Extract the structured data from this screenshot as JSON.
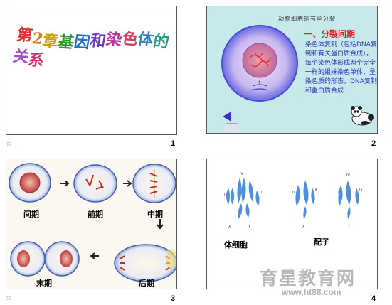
{
  "slides": [
    {
      "number": "1",
      "title": "第2章基因和染色体的关系",
      "title_chars": [
        "第",
        "2",
        "章",
        "基",
        "因",
        "和",
        "染",
        "色",
        "体",
        "的",
        "关",
        "系"
      ],
      "title_colors": [
        "#e03030",
        "#e07a20",
        "#c8a000",
        "#2a9a2a",
        "#2070d0",
        "#6a3ac0",
        "#c030a0",
        "#d04060",
        "#3080c0",
        "#20a080",
        "#a050c0",
        "#d03070"
      ]
    },
    {
      "number": "2",
      "header": "动物细胞的有丝分裂",
      "heading": "一、分裂间期",
      "body": "染色体复制（包括DNA复制和有关蛋白质合成），每个染色体形成两个完全一样的姐妹染色单体，呈染色质的形态，DNA复制和蛋白质合成"
    },
    {
      "number": "3",
      "labels": [
        "间期",
        "前期",
        "中期",
        "末期",
        "后期"
      ]
    },
    {
      "number": "4",
      "labels": [
        "体细胞",
        "配子"
      ]
    }
  ],
  "icons": {
    "star": "☆"
  },
  "watermark": {
    "text": "育星教育网",
    "url": "www.ht88.com"
  }
}
